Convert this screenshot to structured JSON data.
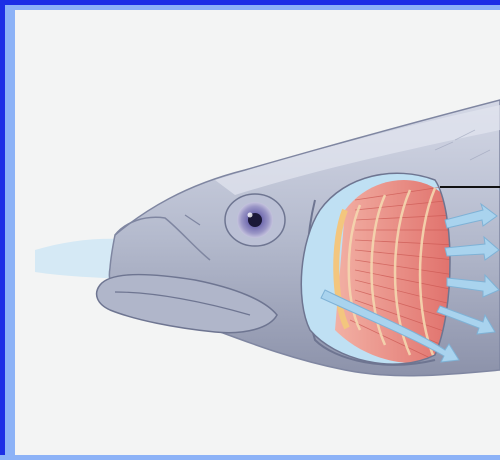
{
  "diagram": {
    "callout_label": "",
    "colors": {
      "frame_border": "#1c2fe6",
      "frame_fill": "#8cb2f7",
      "background": "#f3f4f4",
      "fish_body": "#b9bfd2",
      "fish_shadow": "#8a90a8",
      "gill_filaments": "#e8857e",
      "gill_arch": "#f5d9a8",
      "water_flow": "#a9d3ee",
      "eye_iris": "#7a74b6"
    },
    "icons": [
      "fish-head-illustration",
      "gill-filaments",
      "water-flow-arrows",
      "eye",
      "callout-line"
    ]
  }
}
